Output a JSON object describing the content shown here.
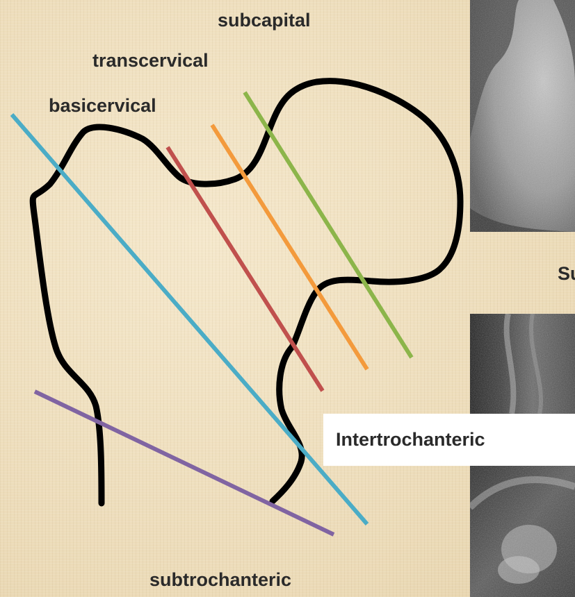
{
  "labels": {
    "subcapital": "subcapital",
    "transcervical": "transcervical",
    "basicervical": "basicervical",
    "intertrochanteric": "Intertrochanteric",
    "subtrochanteric": "subtrochanteric",
    "cut_off": "Su"
  },
  "line_colors": {
    "subcapital": "#8cb54a",
    "transcervical": "#f39a3c",
    "basicervical": "#c0504d",
    "intertrochanteric": "#4bacc6",
    "subtrochanteric": "#8064a2",
    "outline": "#000000"
  }
}
